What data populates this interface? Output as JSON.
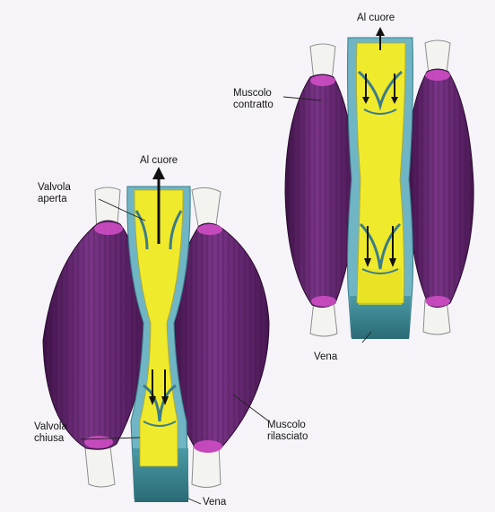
{
  "labels": {
    "top_right_heart": "Al cuore",
    "muscle_contracted_line1": "Muscolo",
    "muscle_contracted_line2": "contratto",
    "vein_right": "Vena",
    "left_heart": "Al cuore",
    "valve_open_line1": "Valvola",
    "valve_open_line2": "aperta",
    "valve_closed_line1": "Valvola",
    "valve_closed_line2": "chiusa",
    "muscle_relaxed_line1": "Muscolo",
    "muscle_relaxed_line2": "rilasciato",
    "vein_left": "Vena"
  },
  "colors": {
    "background": "#f6f4f8",
    "muscle": "#6b2a77",
    "muscle_dark": "#4e1a5a",
    "muscle_tip": "#d34fc8",
    "tendon": "#f3f3f0",
    "vein_wall": "#6fb5c4",
    "vein_teal": "#2f7f8a",
    "blood": "#f0ea2c",
    "blood_light": "#faf69a"
  }
}
